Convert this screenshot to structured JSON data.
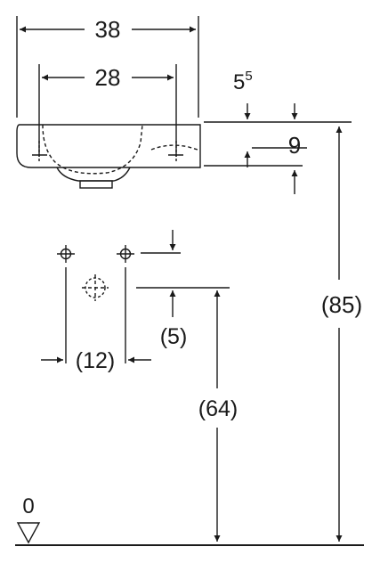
{
  "dimensions": {
    "overall_width": "38",
    "tap_spacing_top": "28",
    "rim_offset_main": "5",
    "rim_offset_sup": "5",
    "basin_height": "9",
    "total_height": "(85)",
    "outlet_offset": "(5)",
    "outlet_spacing": "(12)",
    "outlet_height": "(64)",
    "floor_level": "0"
  },
  "colors": {
    "line": "#1a1a1a",
    "background": "#ffffff"
  },
  "icons": {
    "floor_marker": "triangle-down",
    "tap_hole": "crosshair-circle",
    "waste_outlet": "dashed-crosshair-circle"
  }
}
